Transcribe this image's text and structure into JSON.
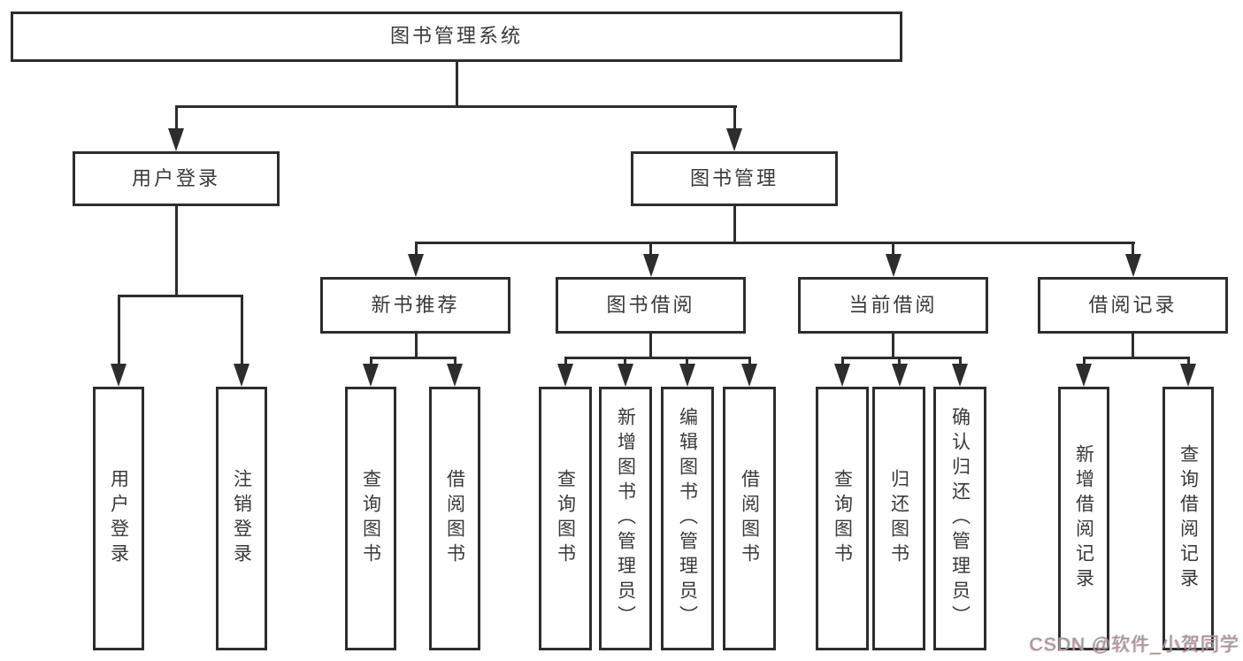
{
  "diagram": {
    "title": "图书管理系统",
    "watermark": "CSDN @软件_小贺同学",
    "colors": {
      "line": "#2d2d2f",
      "text": "#38393b",
      "background": "#ffffff",
      "watermark": "#9b9b9d"
    },
    "nodes": {
      "root": {
        "label": "图书管理系统"
      },
      "user_login": {
        "label": "用户登录",
        "children": [
          {
            "label": "用户登录"
          },
          {
            "label": "注销登录"
          }
        ]
      },
      "book_mgmt": {
        "label": "图书管理"
      },
      "new_books": {
        "label": "新书推荐",
        "children": [
          {
            "label": "查询图书"
          },
          {
            "label": "借阅图书"
          }
        ]
      },
      "book_borrow": {
        "label": "图书借阅",
        "children": [
          {
            "label": "查询图书"
          },
          {
            "label": "新增图书（管理员）"
          },
          {
            "label": "编辑图书（管理员）"
          },
          {
            "label": "借阅图书"
          }
        ]
      },
      "current_borrow": {
        "label": "当前借阅",
        "children": [
          {
            "label": "查询图书"
          },
          {
            "label": "归还图书"
          },
          {
            "label": "确认归还（管理员）"
          }
        ]
      },
      "borrow_records": {
        "label": "借阅记录",
        "children": [
          {
            "label": "新增借阅记录"
          },
          {
            "label": "查询借阅记录"
          }
        ]
      }
    }
  }
}
